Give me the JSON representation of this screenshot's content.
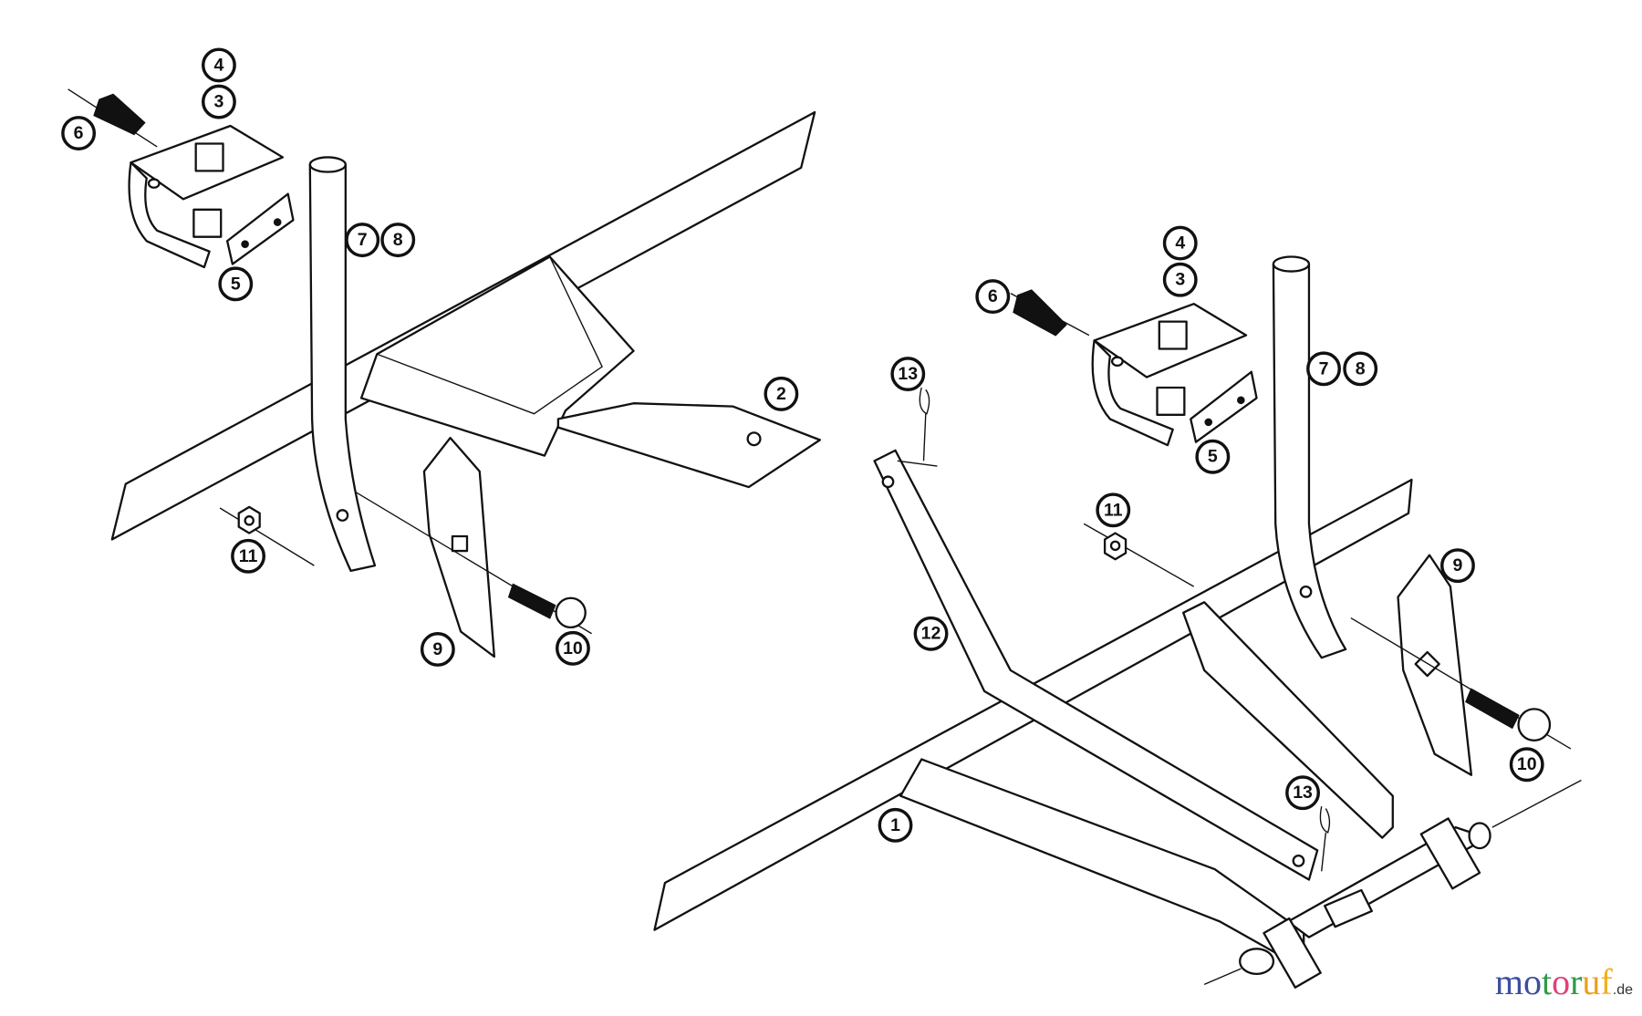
{
  "diagram": {
    "left_assembly_callouts": [
      "4",
      "3",
      "6",
      "7",
      "8",
      "5",
      "2",
      "11",
      "9",
      "10"
    ],
    "right_assembly_callouts": [
      "4",
      "3",
      "6",
      "7",
      "8",
      "13",
      "5",
      "11",
      "9",
      "12",
      "10",
      "13",
      "1"
    ]
  },
  "watermark": {
    "name": "motoruf",
    "tld": ".de"
  },
  "colors": {
    "line": "#111111",
    "background": "#ffffff"
  }
}
